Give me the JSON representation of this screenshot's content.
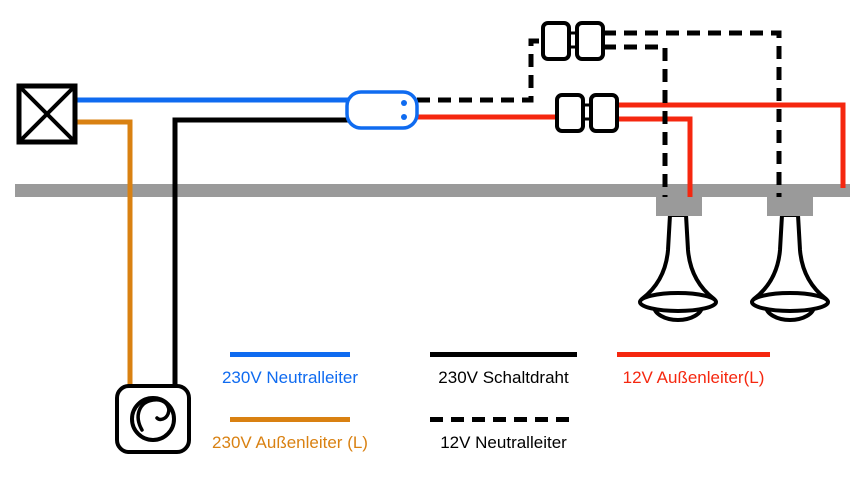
{
  "diagram": {
    "name": "12v-low-voltage-lighting-wiring-diagram",
    "components": [
      "junction-box-icon",
      "ceiling-rail",
      "transformer-icon",
      "plug-connector-icon-top",
      "plug-connector-icon-bottom",
      "spotlight-lamp-icon-left",
      "spotlight-lamp-icon-right",
      "dimmer-switch-icon"
    ],
    "colors": {
      "neutral_230v_blue": "#0f6bf0",
      "live_230v_orange": "#d98112",
      "switch_wire_black": "#000000",
      "live_12v_red": "#f5270f",
      "neutral_12v_black": "#000000",
      "ceiling_gray": "#9a9a9a",
      "background": "#ffffff"
    }
  },
  "legend": {
    "row1": [
      {
        "label": "230V Neutralleiter",
        "color": "#0f6bf0",
        "style": "solid"
      },
      {
        "label": "230V Schaltdraht",
        "color": "#000000",
        "style": "solid"
      },
      {
        "label": "12V Außenleiter(L)",
        "color": "#f5270f",
        "style": "solid"
      }
    ],
    "row2": [
      {
        "label": "230V Außenleiter (L)",
        "color": "#d98112",
        "style": "solid"
      },
      {
        "label": "12V Neutralleiter",
        "color": "#000000",
        "style": "dashed"
      }
    ]
  }
}
